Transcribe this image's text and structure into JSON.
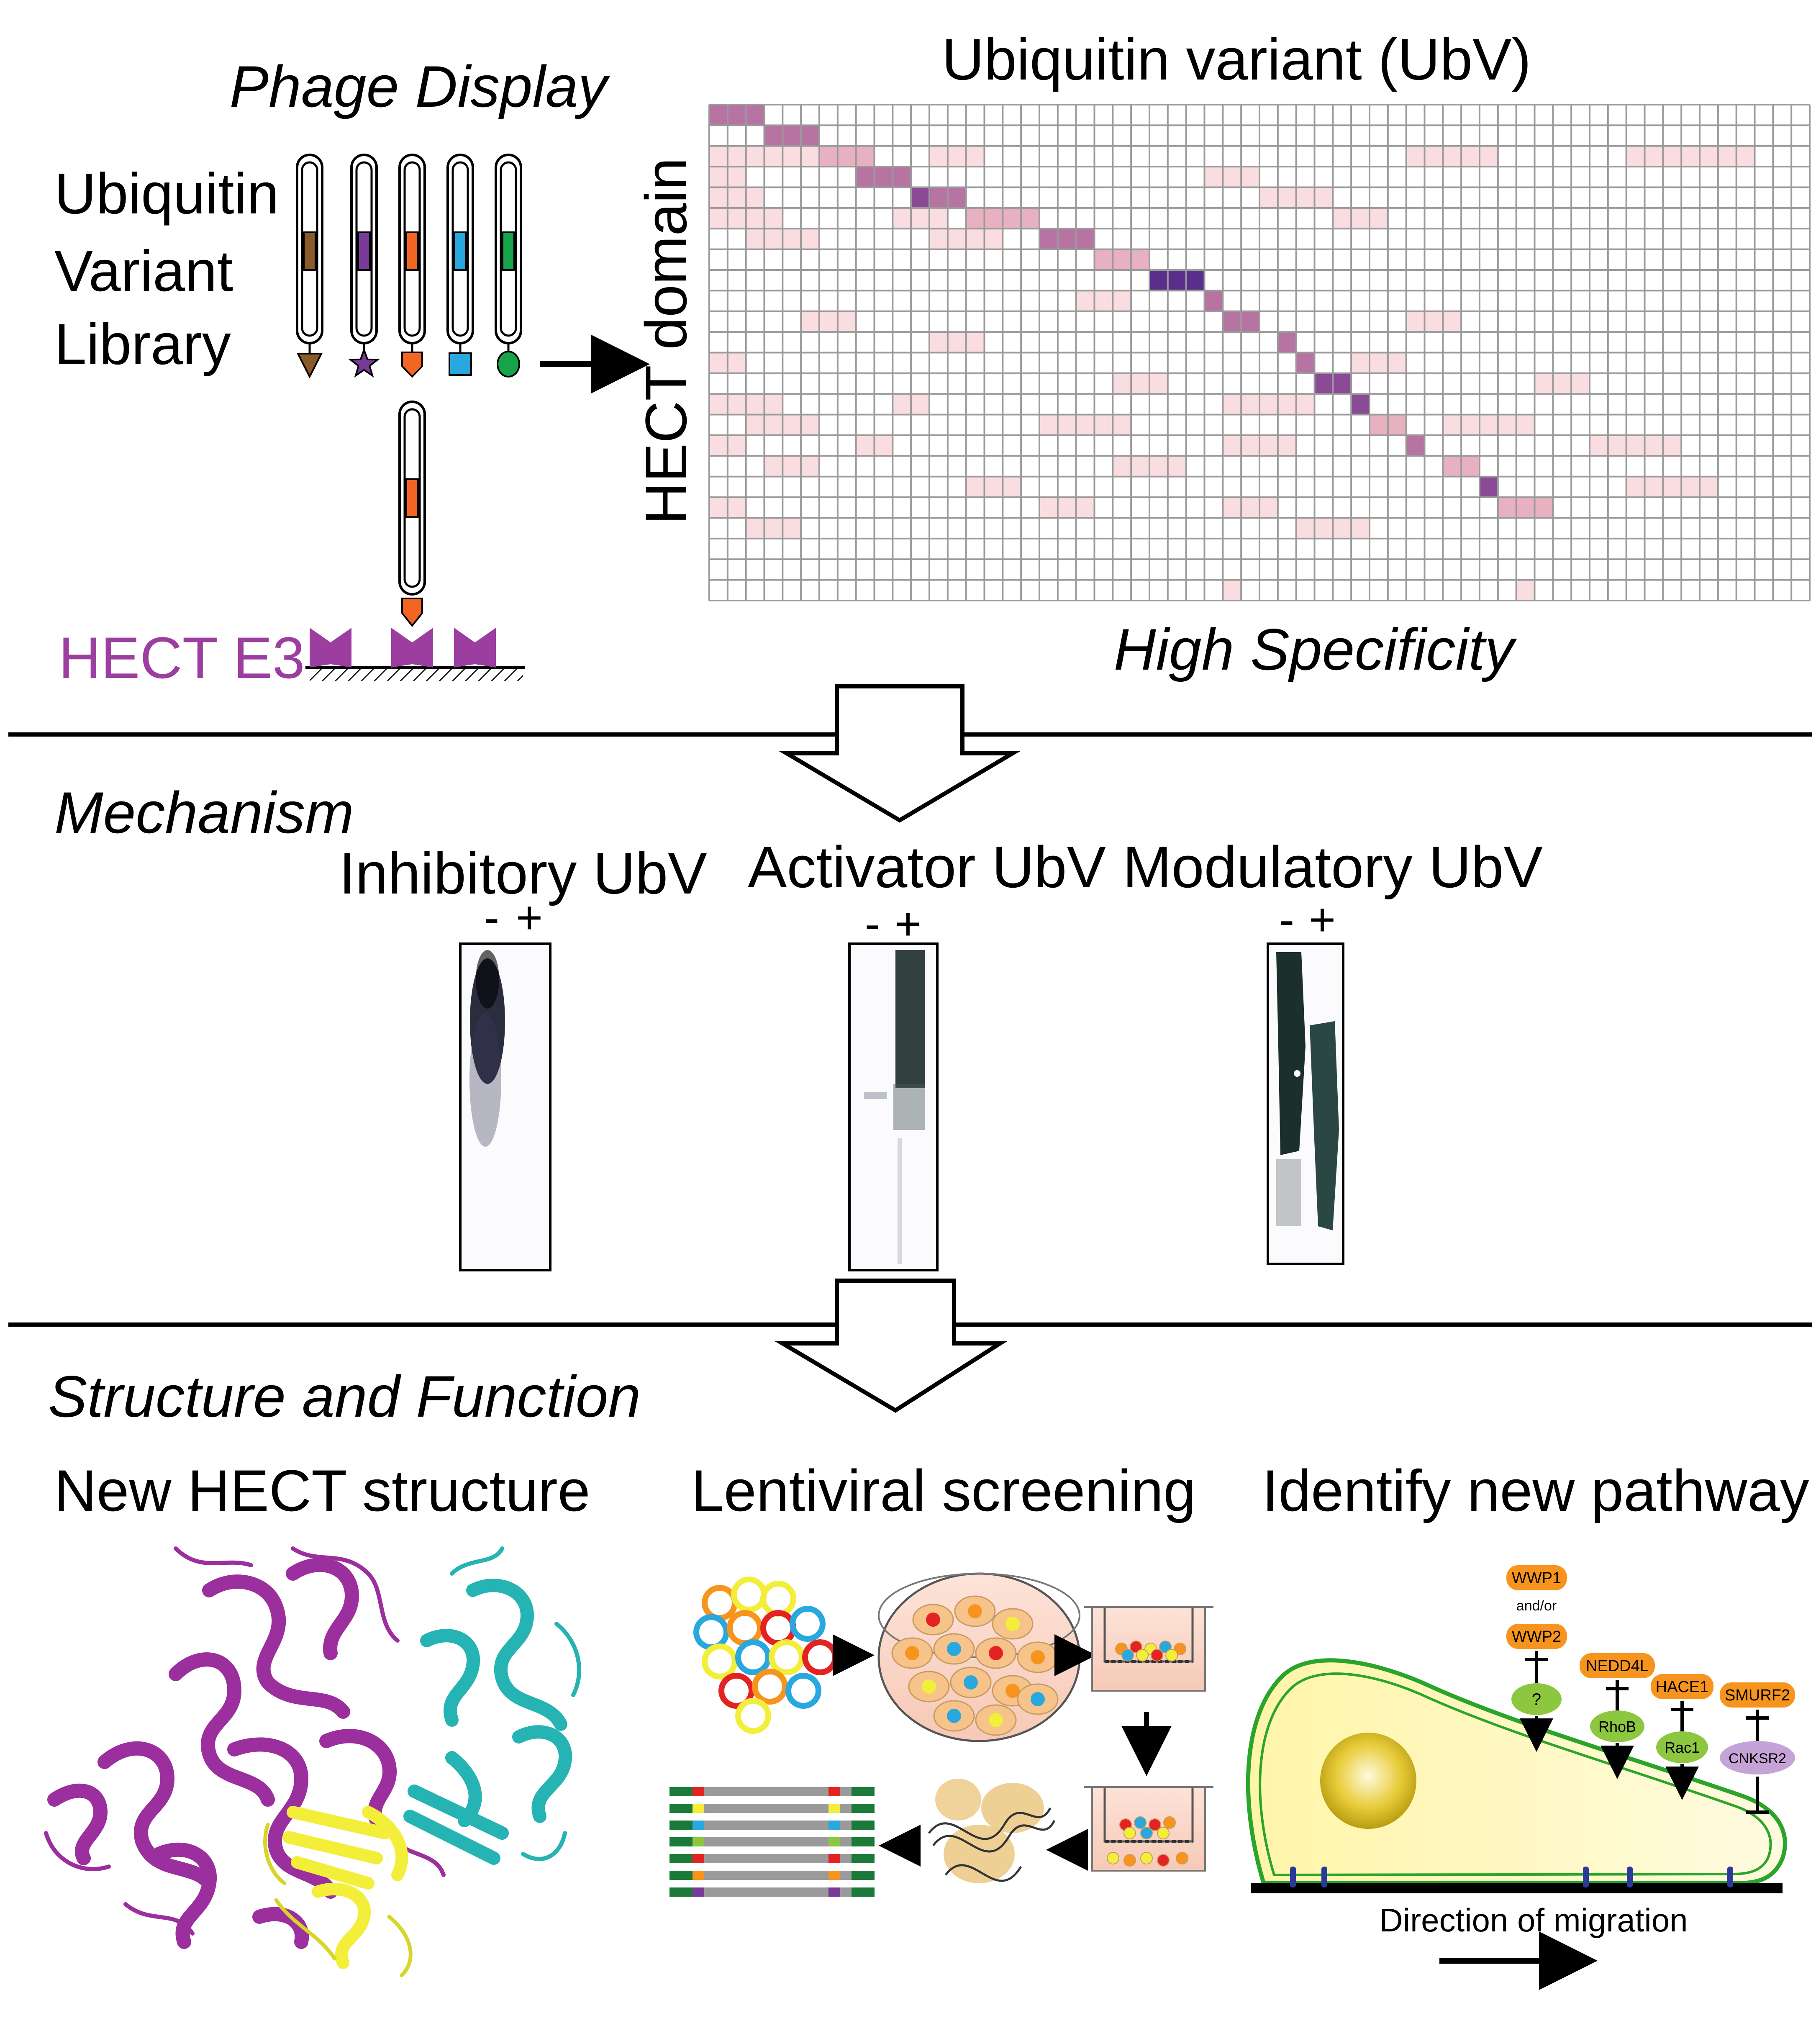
{
  "top": {
    "phage_title": "Phage Display",
    "library_lines": [
      "Ubiquitin",
      "Variant",
      "Library"
    ],
    "hect_e3_label": "HECT E3",
    "heatmap_title": "Ubiquitin variant (UbV)",
    "heatmap_ylabel": "HECT domain",
    "heatmap_caption": "High Specificity",
    "phage_colors": [
      "#8b5a2b",
      "#7a3a9a",
      "#f26522",
      "#29a8e0",
      "#16a34a"
    ],
    "hect_color": "#9b3ea0"
  },
  "chart_data": {
    "type": "heatmap",
    "rows": 24,
    "cols": 60,
    "cells": [
      {
        "r": 0,
        "c0": 0,
        "c1": 2,
        "level": 3
      },
      {
        "r": 1,
        "c0": 3,
        "c1": 5,
        "level": 3
      },
      {
        "r": 2,
        "c0": 6,
        "c1": 8,
        "level": 2
      },
      {
        "r": 3,
        "c0": 8,
        "c1": 10,
        "level": 3
      },
      {
        "r": 4,
        "c0": 11,
        "c1": 11,
        "level": 4
      },
      {
        "r": 4,
        "c0": 12,
        "c1": 13,
        "level": 3
      },
      {
        "r": 5,
        "c0": 14,
        "c1": 17,
        "level": 2
      },
      {
        "r": 6,
        "c0": 18,
        "c1": 20,
        "level": 3
      },
      {
        "r": 7,
        "c0": 21,
        "c1": 23,
        "level": 2
      },
      {
        "r": 8,
        "c0": 24,
        "c1": 26,
        "level": 5
      },
      {
        "r": 9,
        "c0": 27,
        "c1": 27,
        "level": 3
      },
      {
        "r": 10,
        "c0": 28,
        "c1": 29,
        "level": 3
      },
      {
        "r": 11,
        "c0": 31,
        "c1": 31,
        "level": 3
      },
      {
        "r": 12,
        "c0": 32,
        "c1": 32,
        "level": 3
      },
      {
        "r": 13,
        "c0": 33,
        "c1": 34,
        "level": 4
      },
      {
        "r": 14,
        "c0": 35,
        "c1": 35,
        "level": 4
      },
      {
        "r": 15,
        "c0": 36,
        "c1": 37,
        "level": 2
      },
      {
        "r": 16,
        "c0": 38,
        "c1": 38,
        "level": 3
      },
      {
        "r": 17,
        "c0": 40,
        "c1": 41,
        "level": 2
      },
      {
        "r": 18,
        "c0": 42,
        "c1": 42,
        "level": 4
      },
      {
        "r": 19,
        "c0": 43,
        "c1": 45,
        "level": 2
      },
      {
        "r": 2,
        "c0": 0,
        "c1": 5,
        "level": 1
      },
      {
        "r": 2,
        "c0": 12,
        "c1": 14,
        "level": 1
      },
      {
        "r": 2,
        "c0": 38,
        "c1": 42,
        "level": 1
      },
      {
        "r": 2,
        "c0": 50,
        "c1": 56,
        "level": 1
      },
      {
        "r": 3,
        "c0": 0,
        "c1": 1,
        "level": 1
      },
      {
        "r": 3,
        "c0": 27,
        "c1": 29,
        "level": 1
      },
      {
        "r": 4,
        "c0": 0,
        "c1": 2,
        "level": 1
      },
      {
        "r": 4,
        "c0": 30,
        "c1": 33,
        "level": 1
      },
      {
        "r": 5,
        "c0": 0,
        "c1": 3,
        "level": 1
      },
      {
        "r": 5,
        "c0": 10,
        "c1": 12,
        "level": 1
      },
      {
        "r": 5,
        "c0": 34,
        "c1": 36,
        "level": 1
      },
      {
        "r": 6,
        "c0": 2,
        "c1": 5,
        "level": 1
      },
      {
        "r": 6,
        "c0": 12,
        "c1": 15,
        "level": 1
      },
      {
        "r": 9,
        "c0": 20,
        "c1": 22,
        "level": 1
      },
      {
        "r": 10,
        "c0": 5,
        "c1": 7,
        "level": 1
      },
      {
        "r": 10,
        "c0": 38,
        "c1": 40,
        "level": 1
      },
      {
        "r": 11,
        "c0": 12,
        "c1": 14,
        "level": 1
      },
      {
        "r": 12,
        "c0": 0,
        "c1": 1,
        "level": 1
      },
      {
        "r": 12,
        "c0": 35,
        "c1": 37,
        "level": 1
      },
      {
        "r": 13,
        "c0": 22,
        "c1": 24,
        "level": 1
      },
      {
        "r": 13,
        "c0": 45,
        "c1": 47,
        "level": 1
      },
      {
        "r": 14,
        "c0": 0,
        "c1": 3,
        "level": 1
      },
      {
        "r": 14,
        "c0": 10,
        "c1": 11,
        "level": 1
      },
      {
        "r": 14,
        "c0": 28,
        "c1": 32,
        "level": 1
      },
      {
        "r": 15,
        "c0": 2,
        "c1": 5,
        "level": 1
      },
      {
        "r": 15,
        "c0": 18,
        "c1": 22,
        "level": 1
      },
      {
        "r": 15,
        "c0": 40,
        "c1": 44,
        "level": 1
      },
      {
        "r": 16,
        "c0": 0,
        "c1": 1,
        "level": 1
      },
      {
        "r": 16,
        "c0": 8,
        "c1": 9,
        "level": 1
      },
      {
        "r": 16,
        "c0": 28,
        "c1": 31,
        "level": 1
      },
      {
        "r": 16,
        "c0": 48,
        "c1": 52,
        "level": 1
      },
      {
        "r": 17,
        "c0": 3,
        "c1": 5,
        "level": 1
      },
      {
        "r": 17,
        "c0": 22,
        "c1": 25,
        "level": 1
      },
      {
        "r": 18,
        "c0": 14,
        "c1": 16,
        "level": 1
      },
      {
        "r": 18,
        "c0": 50,
        "c1": 54,
        "level": 1
      },
      {
        "r": 19,
        "c0": 0,
        "c1": 1,
        "level": 1
      },
      {
        "r": 19,
        "c0": 18,
        "c1": 20,
        "level": 1
      },
      {
        "r": 19,
        "c0": 28,
        "c1": 30,
        "level": 1
      },
      {
        "r": 20,
        "c0": 2,
        "c1": 4,
        "level": 1
      },
      {
        "r": 20,
        "c0": 32,
        "c1": 35,
        "level": 1
      },
      {
        "r": 23,
        "c0": 28,
        "c1": 28,
        "level": 1
      },
      {
        "r": 23,
        "c0": 44,
        "c1": 44,
        "level": 1
      }
    ],
    "level_colors": [
      "#ffffff",
      "#f9dde0",
      "#e7b1c2",
      "#b774a2",
      "#8a4a96",
      "#5a2f8c"
    ]
  },
  "mechanism": {
    "title": "Mechanism",
    "gels": [
      {
        "label": "Inhibitory UbV",
        "minus": "-",
        "plus": "+"
      },
      {
        "label": "Activator UbV",
        "minus": "-",
        "plus": "+"
      },
      {
        "label": "Modulatory UbV",
        "minus": "-",
        "plus": "+"
      }
    ]
  },
  "structure": {
    "title": "Structure and Function",
    "panels": [
      "New HECT structure",
      "Lentiviral screening",
      "Identify new pathway"
    ],
    "protein_colors": {
      "hect_n": "#9b2f9e",
      "hect_c": "#26b3b3",
      "ubv": "#f2ee3a"
    },
    "pathway": {
      "nodes": {
        "wwp1": "WWP1",
        "and_or": "and/or",
        "wwp2": "WWP2",
        "unknown": "?",
        "nedd4l": "NEDD4L",
        "rhob": "RhoB",
        "hace1": "HACE1",
        "rac1": "Rac1",
        "smurf2": "SMURF2",
        "cnksr2": "CNKSR2"
      },
      "migration_label": "Direction of migration"
    }
  }
}
